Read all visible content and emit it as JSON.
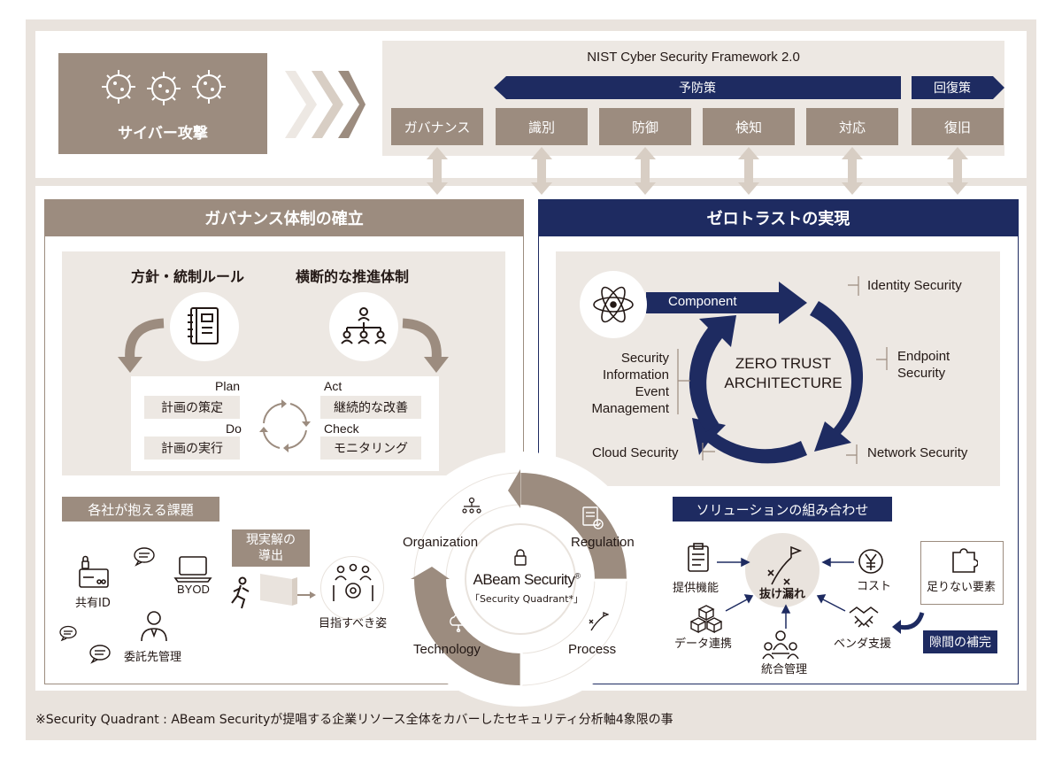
{
  "attack": {
    "label": "サイバー攻撃",
    "icon": "virus-icon"
  },
  "nist": {
    "title": "NIST Cyber Security Framework 2.0",
    "prevent_label": "予防策",
    "recover_label": "回復策",
    "functions": [
      "ガバナンス",
      "識別",
      "防御",
      "検知",
      "対応",
      "復旧"
    ]
  },
  "governance": {
    "header": "ガバナンス体制の確立",
    "policy_title": "方針・統制ルール",
    "structure_title": "横断的な推進体制",
    "pdca": {
      "plan": "Plan",
      "plan_label": "計画の策定",
      "do": "Do",
      "do_label": "計画の実行",
      "act": "Act",
      "act_label": "継続的な改善",
      "check": "Check",
      "check_label": "モニタリング"
    },
    "issues_title": "各社が抱える課題",
    "issues": {
      "shared_id": "共有ID",
      "byod": "BYOD",
      "contractor": "委託先管理"
    },
    "derive_label": "現実解の\n導出",
    "goal_label": "目指すべき姿"
  },
  "zerotrust": {
    "header": "ゼロトラストの実現",
    "component_label": "Component",
    "center_line1": "ZERO TRUST",
    "center_line2": "ARCHITECTURE",
    "items": {
      "identity": "Identity Security",
      "endpoint": "Endpoint\nSecurity",
      "network": "Network Security",
      "cloud": "Cloud Security",
      "siem": "Security\nInformation\nEvent\nManagement"
    }
  },
  "quadrant": {
    "brand": "ABeam Security",
    "reg_mark": "®",
    "subtitle": "「Security Quadrant*」",
    "organization": "Organization",
    "regulation": "Regulation",
    "technology": "Technology",
    "process": "Process"
  },
  "solution": {
    "title": "ソリューションの組み合わせ",
    "center": "抜け漏れ",
    "provided": "提供機能",
    "cost": "コスト",
    "data": "データ連携",
    "integrated": "統合管理",
    "vendor": "ベンダ支援",
    "missing": "足りない要素",
    "gap_fill": "隙間の補完"
  },
  "footnote": "※Security Quadrant : ABeam Securityが提唱する企業リソース全体をカバーしたセキュリティ分析軸4象限の事",
  "colors": {
    "taupe": "#9c8c7f",
    "navy": "#1e2b61",
    "beige": "#ede8e3"
  }
}
